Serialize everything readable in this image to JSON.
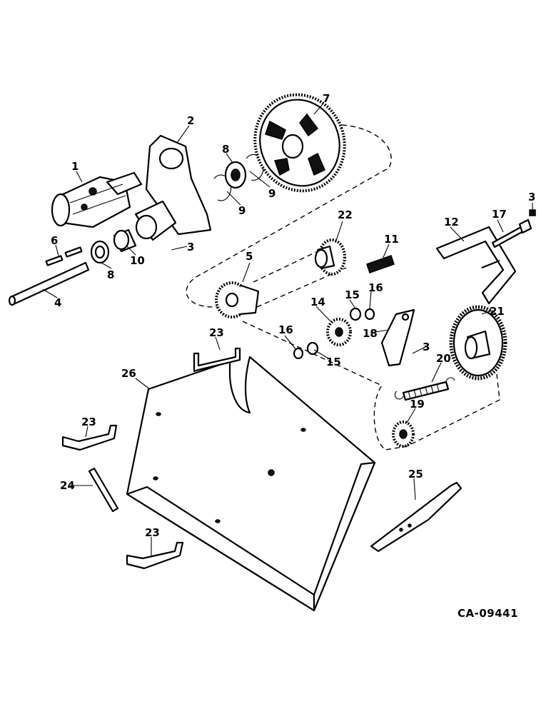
{
  "drawing_code": "CA-09441",
  "callouts": {
    "c1": "1",
    "c2": "2",
    "c3a": "3",
    "c3b": "3",
    "c3c": "3",
    "c4": "4",
    "c5": "5",
    "c6": "6",
    "c7": "7",
    "c8a": "8",
    "c8b": "8",
    "c9a": "9",
    "c9b": "9",
    "c10": "10",
    "c11": "11",
    "c12": "12",
    "c14": "14",
    "c15a": "15",
    "c15b": "15",
    "c16a": "16",
    "c16b": "16",
    "c17": "17",
    "c18": "18",
    "c19": "19",
    "c20": "20",
    "c21": "21",
    "c22": "22",
    "c23a": "23",
    "c23b": "23",
    "c23c": "23",
    "c24": "24",
    "c25": "25",
    "c26": "26"
  }
}
